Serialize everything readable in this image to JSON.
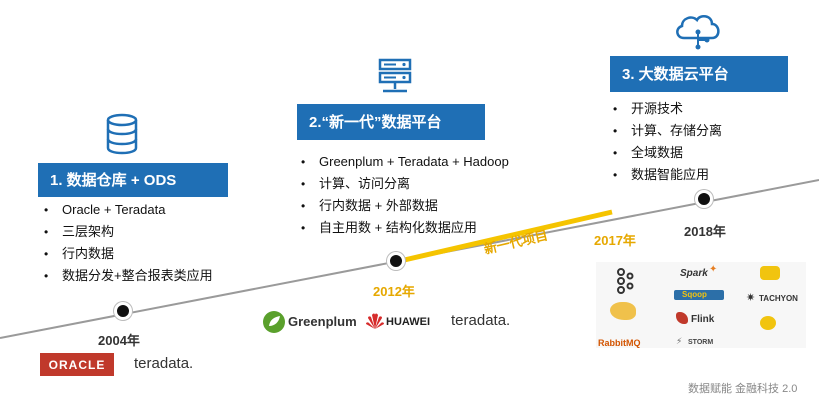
{
  "stages": [
    {
      "title": "1. 数据仓库 + ODS",
      "bullets": [
        "Oracle + Teradata",
        "三层架构",
        "行内数据",
        "数据分发+整合报表类应用"
      ],
      "year": "2004年",
      "logos": [
        "ORACLE",
        "teradata."
      ]
    },
    {
      "title": "2.“新一代”数据平台",
      "bullets": [
        "Greenplum + Teradata + Hadoop",
        "计算、访问分离",
        "行内数据 + 外部数据",
        "自主用数 + 结构化数据应用"
      ],
      "year": "2012年",
      "logos": [
        "Greenplum",
        "HUAWEI",
        "teradata."
      ]
    },
    {
      "title": "3. 大数据云平台",
      "bullets": [
        "开源技术",
        "计算、存储分离",
        "全域数据",
        "数据智能应用"
      ],
      "year": "2018年",
      "logos": []
    }
  ],
  "project": {
    "label": "新一代项目",
    "year": "2017年"
  },
  "tech_logos": [
    "Spark",
    "Sqoop",
    "TACHYON",
    "Flink",
    "RabbitMQ",
    "STORM"
  ],
  "footer": "数据赋能 金融科技 2.0",
  "colors": {
    "primary": "#1f6fb5",
    "highlight": "#f5c400",
    "year": "#e6a800"
  }
}
